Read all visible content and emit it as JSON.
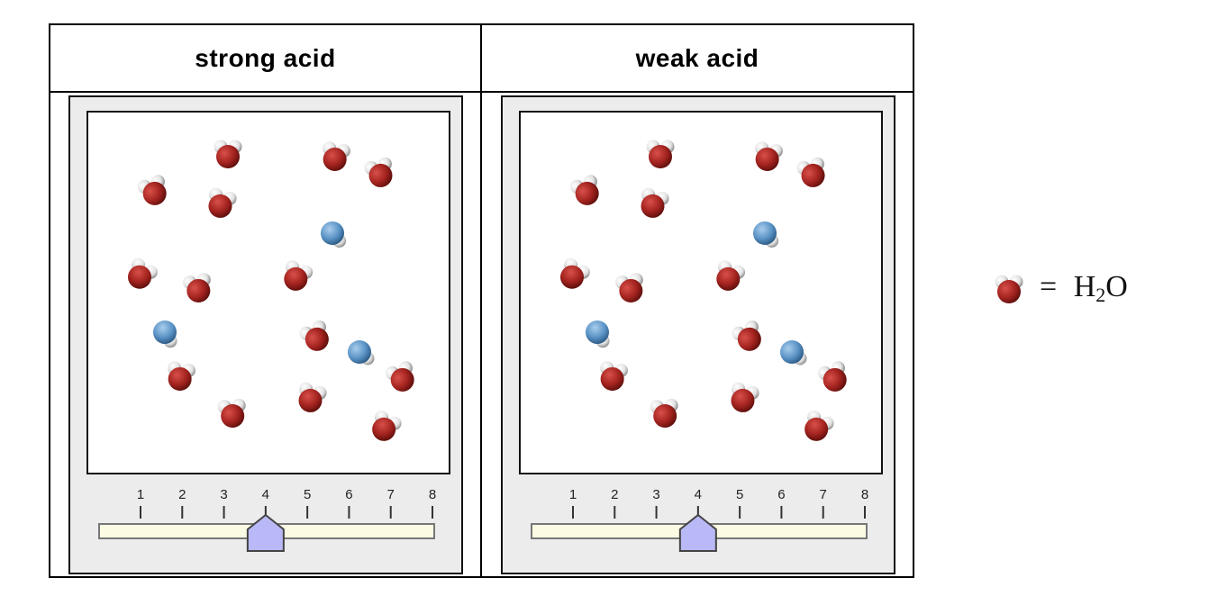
{
  "headers": {
    "strong": "strong acid",
    "weak": "weak acid"
  },
  "legend": {
    "equals": "=",
    "formula_main": "H",
    "formula_sub": "2",
    "formula_end": "O",
    "molecule_icon": "water-molecule-icon"
  },
  "slider": {
    "ticks": [
      "1",
      "2",
      "3",
      "4",
      "5",
      "6",
      "7",
      "8"
    ],
    "value": 4,
    "min": 1,
    "max": 8
  },
  "colors": {
    "water_oxygen": "#a3231f",
    "hydrogen": "#e2e2e2",
    "ion": "#5a93c6",
    "thumb": "#b9b9f7",
    "track": "#fbfbe3"
  }
}
